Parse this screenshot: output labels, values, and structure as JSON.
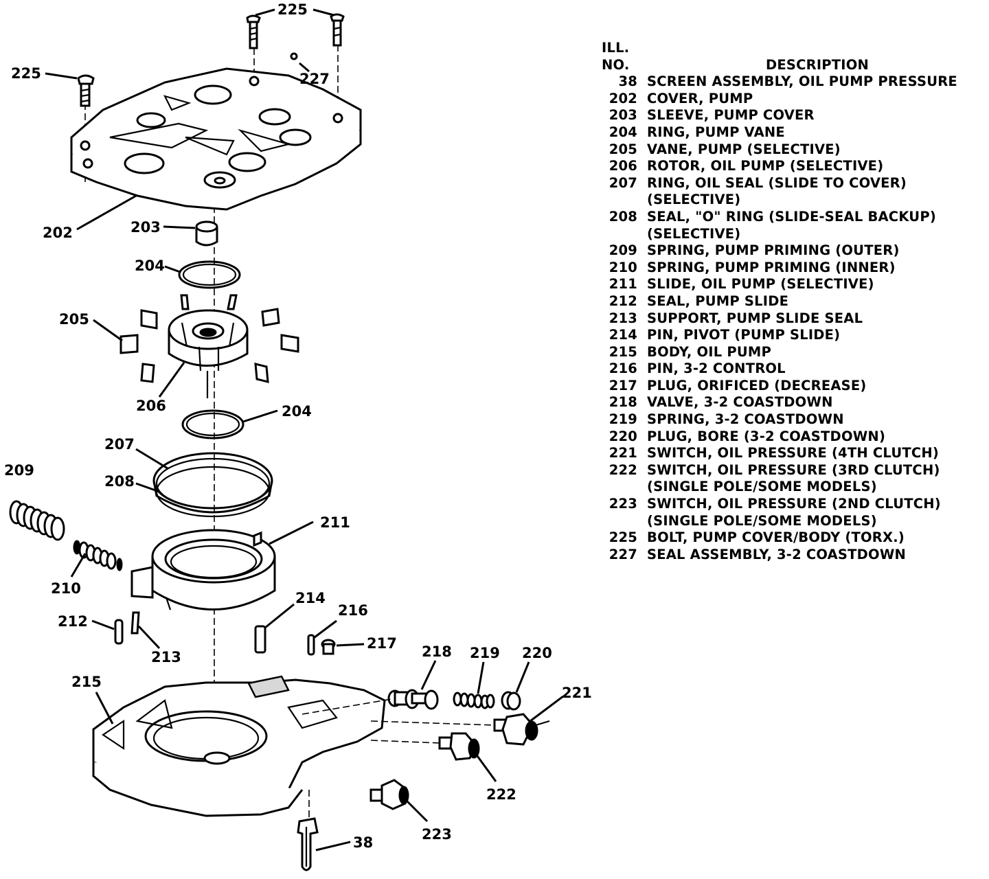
{
  "legend": {
    "header_ill": "ILL.",
    "header_no": "NO.",
    "header_description": "DESCRIPTION",
    "items": [
      {
        "no": "38",
        "text": "SCREEN ASSEMBLY, OIL PUMP PRESSURE"
      },
      {
        "no": "202",
        "text": "COVER, PUMP"
      },
      {
        "no": "203",
        "text": "SLEEVE, PUMP COVER"
      },
      {
        "no": "204",
        "text": "RING, PUMP VANE"
      },
      {
        "no": "205",
        "text": "VANE, PUMP (SELECTIVE)"
      },
      {
        "no": "206",
        "text": "ROTOR, OIL PUMP (SELECTIVE)"
      },
      {
        "no": "207",
        "text": "RING, OIL SEAL (SLIDE TO COVER)\n(SELECTIVE)"
      },
      {
        "no": "208",
        "text": "SEAL, \"O\" RING (SLIDE-SEAL BACKUP)\n(SELECTIVE)"
      },
      {
        "no": "209",
        "text": "SPRING, PUMP PRIMING (OUTER)"
      },
      {
        "no": "210",
        "text": "SPRING, PUMP PRIMING (INNER)"
      },
      {
        "no": "211",
        "text": "SLIDE, OIL PUMP (SELECTIVE)"
      },
      {
        "no": "212",
        "text": "SEAL, PUMP SLIDE"
      },
      {
        "no": "213",
        "text": "SUPPORT, PUMP SLIDE SEAL"
      },
      {
        "no": "214",
        "text": "PIN, PIVOT (PUMP SLIDE)"
      },
      {
        "no": "215",
        "text": "BODY, OIL PUMP"
      },
      {
        "no": "216",
        "text": "PIN, 3-2 CONTROL"
      },
      {
        "no": "217",
        "text": "PLUG, ORIFICED (DECREASE)"
      },
      {
        "no": "218",
        "text": "VALVE, 3-2 COASTDOWN"
      },
      {
        "no": "219",
        "text": "SPRING, 3-2 COASTDOWN"
      },
      {
        "no": "220",
        "text": "PLUG, BORE (3-2 COASTDOWN)"
      },
      {
        "no": "221",
        "text": "SWITCH, OIL PRESSURE (4TH CLUTCH)"
      },
      {
        "no": "222",
        "text": "SWITCH, OIL PRESSURE (3RD CLUTCH)\n(SINGLE POLE/SOME MODELS)"
      },
      {
        "no": "223",
        "text": "SWITCH, OIL PRESSURE (2ND CLUTCH)\n(SINGLE POLE/SOME MODELS)"
      },
      {
        "no": "225",
        "text": "BOLT, PUMP COVER/BODY (TORX.)"
      },
      {
        "no": "227",
        "text": "SEAL ASSEMBLY, 3-2 COASTDOWN"
      }
    ]
  },
  "callouts": {
    "c225_top": "225",
    "c225_left": "225",
    "c227": "227",
    "c202": "202",
    "c203": "203",
    "c204_top": "204",
    "c205": "205",
    "c206": "206",
    "c204_bottom": "204",
    "c207": "207",
    "c208": "208",
    "c209": "209",
    "c210": "210",
    "c211": "211",
    "c212": "212",
    "c213": "213",
    "c214": "214",
    "c216": "216",
    "c217": "217",
    "c218": "218",
    "c219": "219",
    "c220": "220",
    "c221": "221",
    "c215": "215",
    "c222": "222",
    "c223": "223",
    "c38": "38"
  }
}
